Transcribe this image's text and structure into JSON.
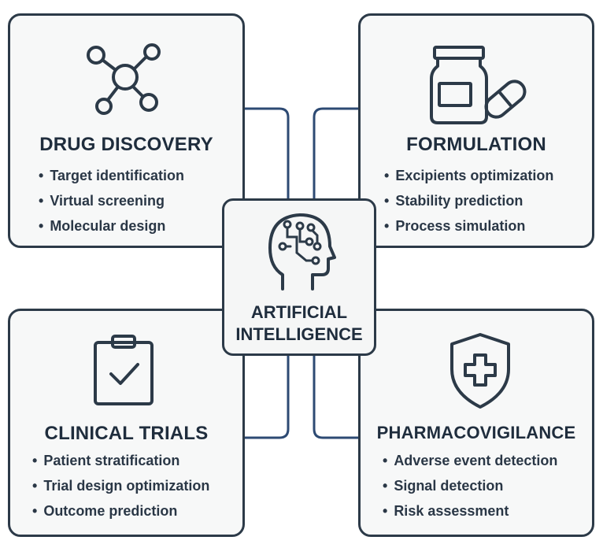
{
  "center": {
    "title_line1": "ARTIFICIAL",
    "title_line2": "INTELLIGENCE",
    "icon": "ai-brain-circuit-icon"
  },
  "quadrants": [
    {
      "title": "DRUG DISCOVERY",
      "icon": "molecule-icon",
      "bullets": [
        "Target identification",
        "Virtual screening",
        "Molecular design"
      ]
    },
    {
      "title": "FORMULATION",
      "icon": "medicine-bottle-pill-icon",
      "bullets": [
        "Excipients optimization",
        "Stability prediction",
        "Process simulation"
      ]
    },
    {
      "title": "CLINICAL TRIALS",
      "icon": "clipboard-check-icon",
      "bullets": [
        "Patient stratification",
        "Trial design optimization",
        "Outcome prediction"
      ]
    },
    {
      "title": "PHARMACOVIGILANCE",
      "icon": "shield-cross-icon",
      "bullets": [
        "Adverse event detection",
        "Signal detection",
        "Risk assessment"
      ]
    }
  ],
  "colors": {
    "stroke": "#2c3a48",
    "connector": "#2d4a73",
    "card_fill": "#f7f8f8",
    "text": "#1f2d3d"
  }
}
